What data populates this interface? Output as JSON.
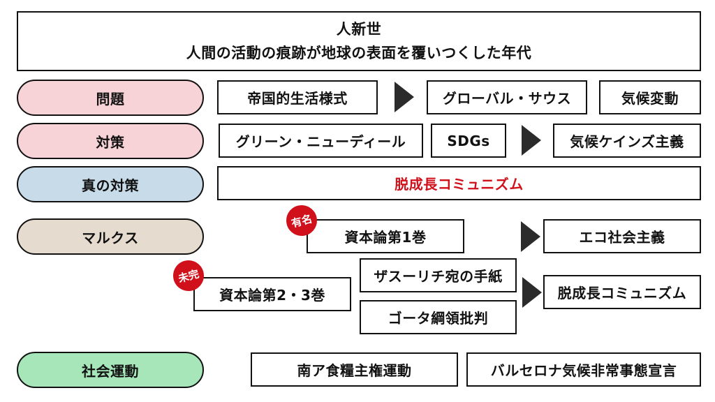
{
  "header": {
    "title": "人新世",
    "subtitle": "人間の活動の痕跡が地球の表面を覆いつくした年代"
  },
  "rows": {
    "problem": {
      "label": "問題",
      "items": [
        "帝国的生活様式",
        "グローバル・サウス",
        "気候変動"
      ]
    },
    "measure": {
      "label": "対策",
      "items": [
        "グリーン・ニューディール",
        "SDGs",
        "気候ケインズ主義"
      ]
    },
    "true_measure": {
      "label": "真の対策",
      "item": "脱成長コミュニズム"
    },
    "marx": {
      "label": "マルクス",
      "capital1": "資本論第1巻",
      "capital1_badge": "有名",
      "eco": "エコ社会主義",
      "capital23": "資本論第2・3巻",
      "capital23_badge": "未完",
      "zasulich": "ザスーリチ宛の手紙",
      "gotha": "ゴータ綱領批判",
      "degrowth": "脱成長コミュニズム"
    },
    "social": {
      "label": "社会運動",
      "items": [
        "南ア食糧主権運動",
        "バルセロナ気候非常事態宣言"
      ]
    }
  },
  "colors": {
    "pink": "#f7d3d7",
    "blue": "#c8dbe9",
    "beige": "#e6dbcf",
    "green": "#a6e6b9",
    "accent_red": "#d0101a",
    "arrow": "#2b2b2b"
  }
}
